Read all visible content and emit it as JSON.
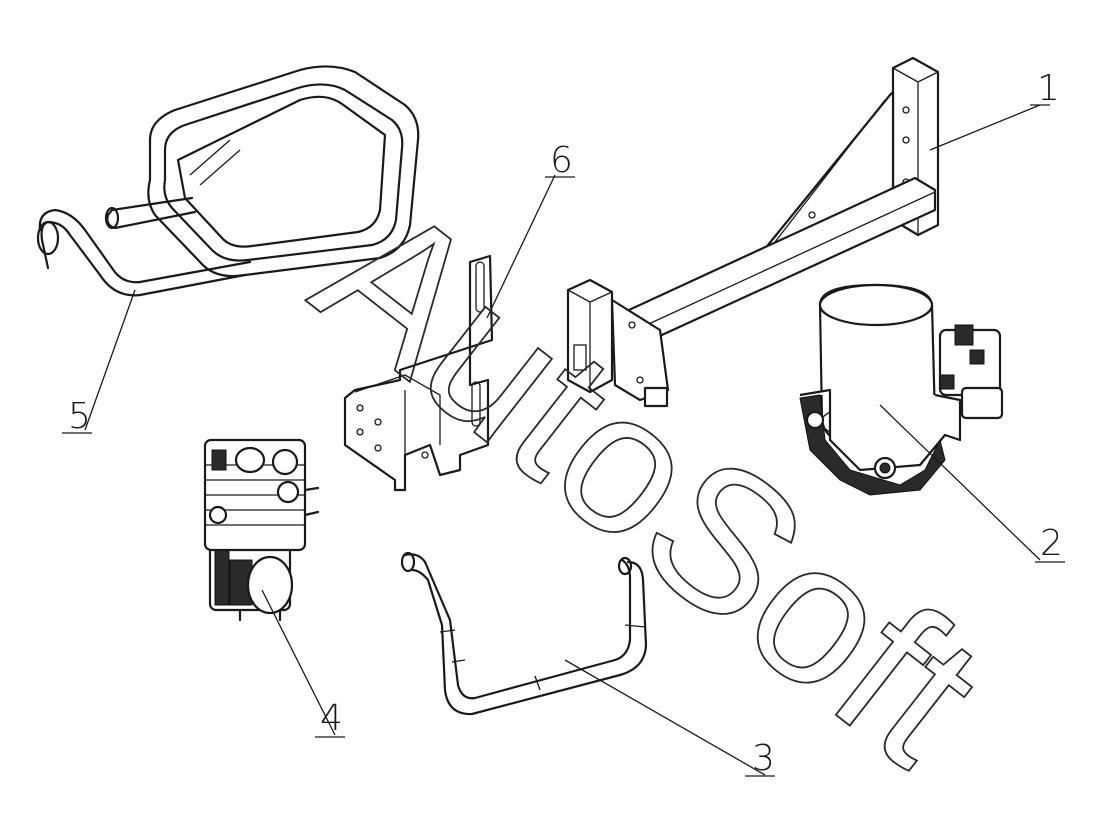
{
  "watermark": {
    "text": "AutoSoft"
  },
  "callouts": [
    {
      "id": "1",
      "label": "1"
    },
    {
      "id": "2",
      "label": "2"
    },
    {
      "id": "3",
      "label": "3"
    },
    {
      "id": "4",
      "label": "4"
    },
    {
      "id": "5",
      "label": "5"
    },
    {
      "id": "6",
      "label": "6"
    }
  ]
}
